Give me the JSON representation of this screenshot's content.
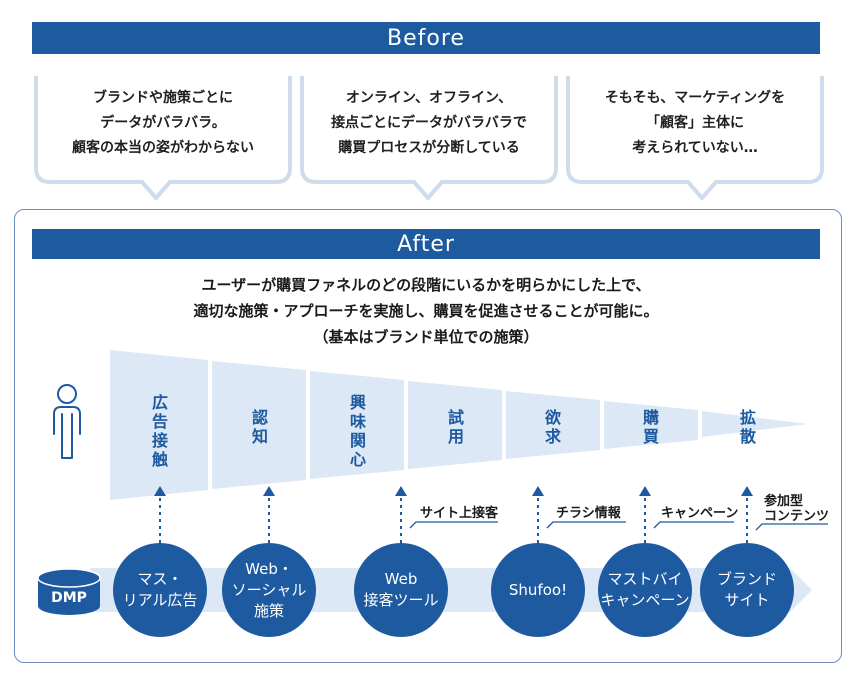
{
  "before": {
    "title": "Before",
    "bubbles": [
      {
        "lines": [
          "ブランドや施策ごとに",
          "データがバラバラ。",
          "顧客の本当の姿がわからない"
        ]
      },
      {
        "lines": [
          "オンライン、オフライン、",
          "接点ごとにデータがバラバラで",
          "購買プロセスが分断している"
        ]
      },
      {
        "lines": [
          "そもそも、マーケティングを",
          "「顧客」主体に",
          "考えられていない…"
        ]
      }
    ]
  },
  "after": {
    "title": "After",
    "headline": [
      "ユーザーが購買ファネルのどの段階にいるかを明らかにした上で、",
      "適切な施策・アプローチを実施し、購買を促進させることが可能に。",
      "（基本はブランド単位での施策）"
    ],
    "stages": [
      {
        "label": "広告接触"
      },
      {
        "label": "認知"
      },
      {
        "label": "興味関心"
      },
      {
        "label": "試用"
      },
      {
        "label": "欲求"
      },
      {
        "label": "購買"
      },
      {
        "label": "拡散"
      }
    ],
    "touchpoint_labels": [
      {
        "text": "サイト上接客"
      },
      {
        "text": "チラシ情報"
      },
      {
        "text": "キャンペーン"
      },
      {
        "lines": [
          "参加型",
          "コンテンツ"
        ]
      }
    ],
    "dmp_label": "DMP",
    "channels": [
      {
        "lines": [
          "マス・",
          "リアル広告"
        ]
      },
      {
        "lines": [
          "Web・",
          "ソーシャル",
          "施策"
        ]
      },
      {
        "lines": [
          "Web",
          "接客ツール"
        ]
      },
      {
        "lines": [
          "Shufoo!"
        ]
      },
      {
        "lines": [
          "マストバイ",
          "キャンペーン"
        ]
      },
      {
        "lines": [
          "ブランド",
          "サイト"
        ]
      }
    ]
  },
  "colors": {
    "primary_blue": "#1e5aa0",
    "light_blue": "#dce8f5",
    "bubble_border": "#cfdcec",
    "frame_border": "#6b8fbe"
  },
  "icons": [
    "person-icon",
    "database-icon",
    "arrow-up-icon"
  ]
}
